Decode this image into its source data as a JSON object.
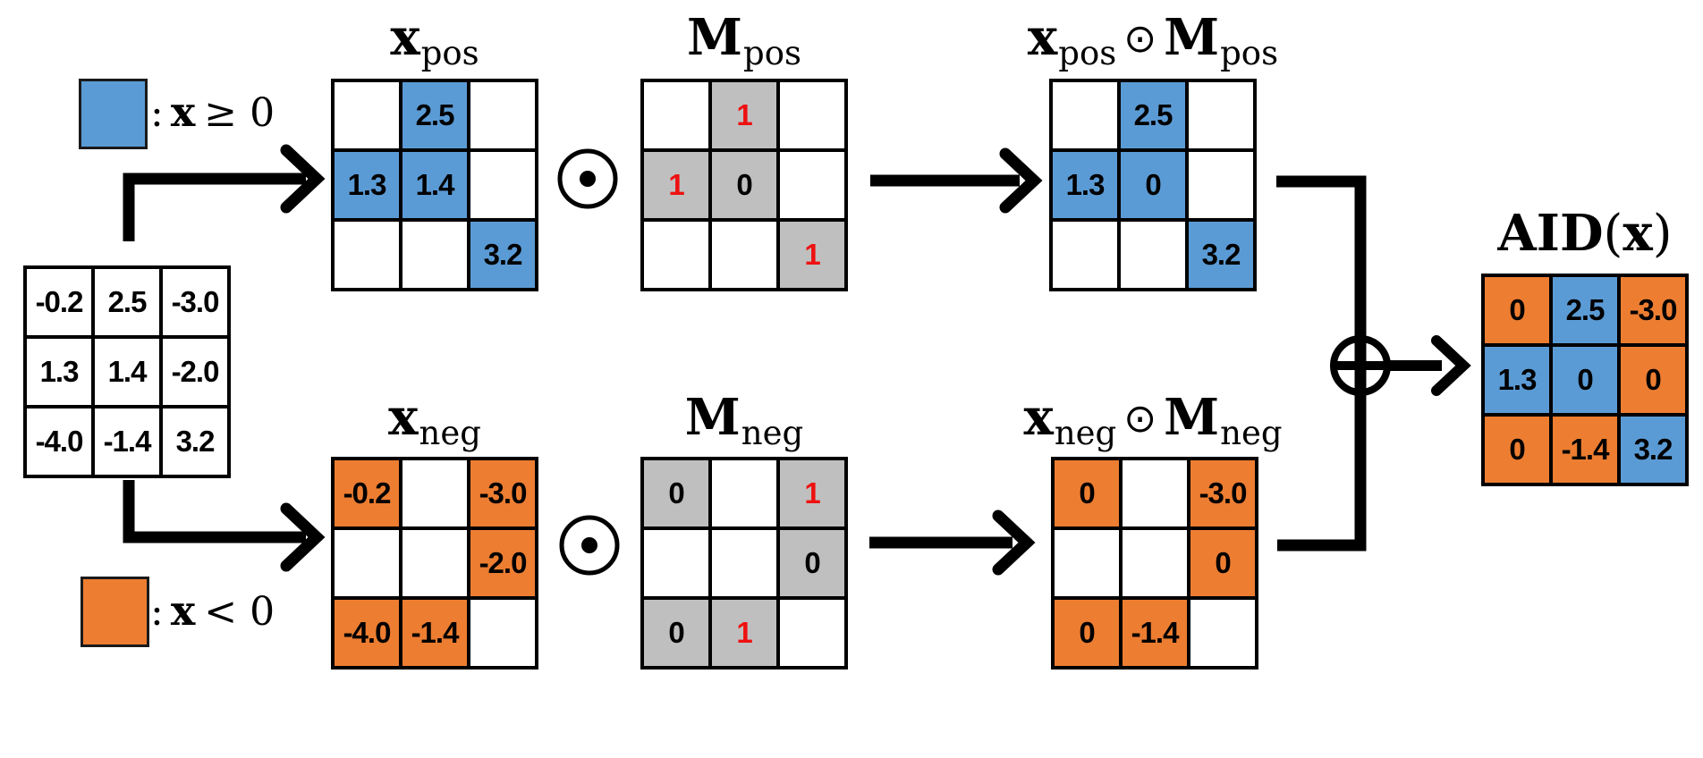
{
  "legend": {
    "pos": {
      "colon": ":",
      "var": "x",
      "cond": "≥ 0"
    },
    "neg": {
      "colon": ":",
      "var": "x",
      "cond": "< 0"
    }
  },
  "titles": {
    "xpos": {
      "m1": "x",
      "s1": "pos"
    },
    "mpos": {
      "m1": "M",
      "s1": "pos"
    },
    "xpos_mpos": {
      "m1": "x",
      "s1": "pos",
      "op": "⊙",
      "m2": "M",
      "s2": "pos"
    },
    "xneg": {
      "m1": "x",
      "s1": "neg"
    },
    "mneg": {
      "m1": "M",
      "s1": "neg"
    },
    "xneg_mneg": {
      "m1": "x",
      "s1": "neg",
      "op": "⊙",
      "m2": "M",
      "s2": "neg"
    },
    "aid": {
      "fn": "AID",
      "open": "(",
      "var": "x",
      "close": ")"
    }
  },
  "operators": {
    "elementwise_product": "⊙",
    "elementwise_sum": "⊕"
  },
  "colors": {
    "blue": "#5B9BD5",
    "orange": "#ED7D31",
    "gray": "#BFBFBF",
    "red": "#EE1111",
    "white": "#FFFFFF",
    "line": "#000000"
  },
  "matrices": {
    "input": {
      "cells": [
        {
          "v": "-0.2",
          "c": "white"
        },
        {
          "v": "2.5",
          "c": "white"
        },
        {
          "v": "-3.0",
          "c": "white"
        },
        {
          "v": "1.3",
          "c": "white"
        },
        {
          "v": "1.4",
          "c": "white"
        },
        {
          "v": "-2.0",
          "c": "white"
        },
        {
          "v": "-4.0",
          "c": "white"
        },
        {
          "v": "-1.4",
          "c": "white"
        },
        {
          "v": "3.2",
          "c": "white"
        }
      ]
    },
    "xpos": {
      "cells": [
        {
          "v": "",
          "c": "white"
        },
        {
          "v": "2.5",
          "c": "blue"
        },
        {
          "v": "",
          "c": "white"
        },
        {
          "v": "1.3",
          "c": "blue"
        },
        {
          "v": "1.4",
          "c": "blue"
        },
        {
          "v": "",
          "c": "white"
        },
        {
          "v": "",
          "c": "white"
        },
        {
          "v": "",
          "c": "white"
        },
        {
          "v": "3.2",
          "c": "blue"
        }
      ]
    },
    "mpos": {
      "cells": [
        {
          "v": "",
          "c": "white"
        },
        {
          "v": "1",
          "c": "gray",
          "red": true
        },
        {
          "v": "",
          "c": "white"
        },
        {
          "v": "1",
          "c": "gray",
          "red": true
        },
        {
          "v": "0",
          "c": "gray"
        },
        {
          "v": "",
          "c": "white"
        },
        {
          "v": "",
          "c": "white"
        },
        {
          "v": "",
          "c": "white"
        },
        {
          "v": "1",
          "c": "gray",
          "red": true
        }
      ]
    },
    "xpos_mpos": {
      "cells": [
        {
          "v": "",
          "c": "white"
        },
        {
          "v": "2.5",
          "c": "blue"
        },
        {
          "v": "",
          "c": "white"
        },
        {
          "v": "1.3",
          "c": "blue"
        },
        {
          "v": "0",
          "c": "blue"
        },
        {
          "v": "",
          "c": "white"
        },
        {
          "v": "",
          "c": "white"
        },
        {
          "v": "",
          "c": "white"
        },
        {
          "v": "3.2",
          "c": "blue"
        }
      ]
    },
    "xneg": {
      "cells": [
        {
          "v": "-0.2",
          "c": "orange"
        },
        {
          "v": "",
          "c": "white"
        },
        {
          "v": "-3.0",
          "c": "orange"
        },
        {
          "v": "",
          "c": "white"
        },
        {
          "v": "",
          "c": "white"
        },
        {
          "v": "-2.0",
          "c": "orange"
        },
        {
          "v": "-4.0",
          "c": "orange"
        },
        {
          "v": "-1.4",
          "c": "orange"
        },
        {
          "v": "",
          "c": "white"
        }
      ]
    },
    "mneg": {
      "cells": [
        {
          "v": "0",
          "c": "gray"
        },
        {
          "v": "",
          "c": "white"
        },
        {
          "v": "1",
          "c": "gray",
          "red": true
        },
        {
          "v": "",
          "c": "white"
        },
        {
          "v": "",
          "c": "white"
        },
        {
          "v": "0",
          "c": "gray"
        },
        {
          "v": "0",
          "c": "gray"
        },
        {
          "v": "1",
          "c": "gray",
          "red": true
        },
        {
          "v": "",
          "c": "white"
        }
      ]
    },
    "xneg_mneg": {
      "cells": [
        {
          "v": "0",
          "c": "orange"
        },
        {
          "v": "",
          "c": "white"
        },
        {
          "v": "-3.0",
          "c": "orange"
        },
        {
          "v": "",
          "c": "white"
        },
        {
          "v": "",
          "c": "white"
        },
        {
          "v": "0",
          "c": "orange"
        },
        {
          "v": "0",
          "c": "orange"
        },
        {
          "v": "-1.4",
          "c": "orange"
        },
        {
          "v": "",
          "c": "white"
        }
      ]
    },
    "aid": {
      "cells": [
        {
          "v": "0",
          "c": "orange"
        },
        {
          "v": "2.5",
          "c": "blue"
        },
        {
          "v": "-3.0",
          "c": "orange"
        },
        {
          "v": "1.3",
          "c": "blue"
        },
        {
          "v": "0",
          "c": "blue"
        },
        {
          "v": "0",
          "c": "orange"
        },
        {
          "v": "0",
          "c": "orange"
        },
        {
          "v": "-1.4",
          "c": "orange"
        },
        {
          "v": "3.2",
          "c": "blue"
        }
      ]
    }
  }
}
